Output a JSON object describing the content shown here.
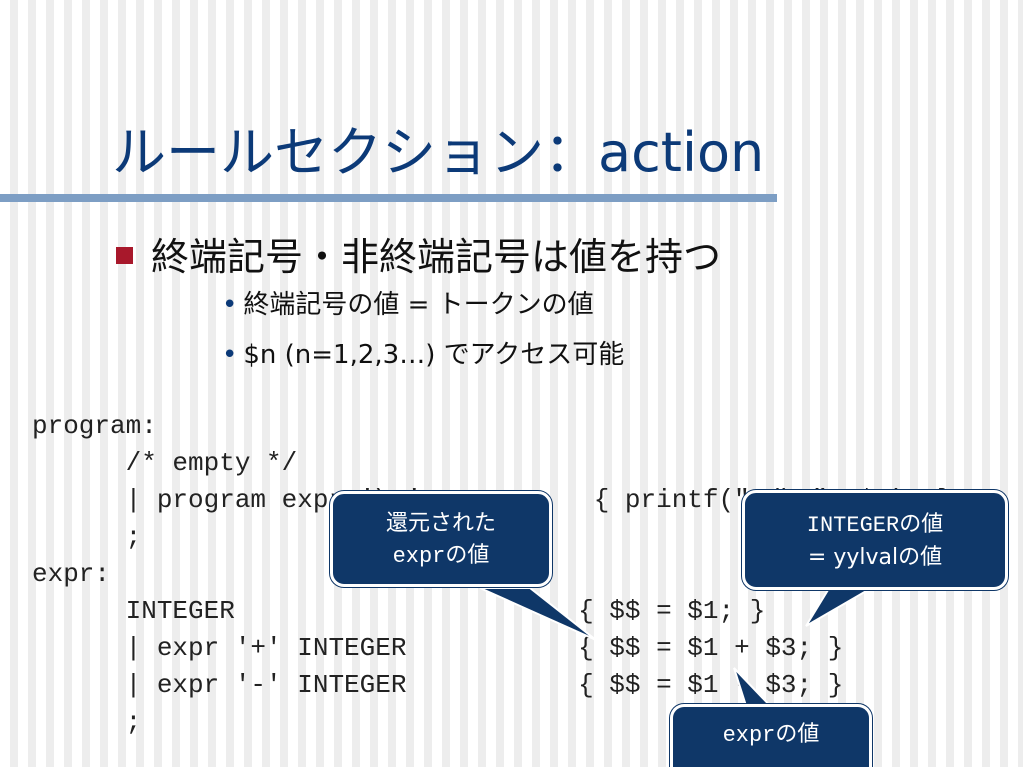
{
  "slide": {
    "title": "ルールセクション：action",
    "bullet_main": "終端記号・非終端記号は値を持つ",
    "sub_bullets": [
      "終端記号の値 = トークンの値",
      "$n (n=1,2,3…) でアクセス可能"
    ]
  },
  "code_lines": [
    "program:",
    "      /* empty */",
    "      | program expr '\\n'           { printf(\"%d\\n\", $2); }",
    "      ;",
    "expr:",
    "      INTEGER                      { $$ = $1; }",
    "      | expr '+' INTEGER           { $$ = $1 + $3; }",
    "      | expr '-' INTEGER           { $$ = $1 - $3; }",
    "      ;"
  ],
  "callouts": {
    "reduced": {
      "line1": "還元された",
      "mono": "expr",
      "rest": "の値"
    },
    "integer": {
      "mono": "INTEGER",
      "rest": "の値",
      "line2": "= yylvalの値"
    },
    "expr": {
      "mono": "expr",
      "rest": "の値"
    }
  },
  "colors": {
    "title": "#0c3a78",
    "rule": "#7d9ec4",
    "bullet_square": "#a8182b",
    "callout_bg": "#0f3768"
  }
}
